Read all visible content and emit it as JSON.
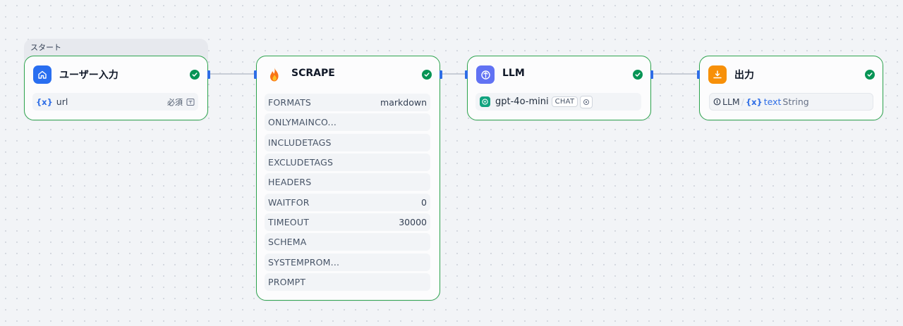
{
  "colors": {
    "canvas_bg": "#f2f4f7",
    "node_border": "#2ea44f",
    "success": "#079455",
    "edge": "#c8cdd6",
    "handle": "#2e6de6",
    "start_icon_bg": "#296ef0",
    "llm_icon_bg": "#6172f3",
    "output_icon_bg": "#f79009"
  },
  "start_group": {
    "label": "スタート"
  },
  "nodes": {
    "start": {
      "title": "ユーザー入力",
      "icon": "home-icon",
      "status": "success",
      "variable": {
        "icon": "variable-icon",
        "name": "url",
        "required_label": "必須",
        "type_icon": "text-input-icon"
      }
    },
    "scrape": {
      "title": "SCRAPE",
      "icon": "fire-icon",
      "status": "success",
      "params": [
        {
          "label": "FORMATS",
          "value": "markdown"
        },
        {
          "label": "ONLYMAINCO...",
          "value": ""
        },
        {
          "label": "INCLUDETAGS",
          "value": ""
        },
        {
          "label": "EXCLUDETAGS",
          "value": ""
        },
        {
          "label": "HEADERS",
          "value": ""
        },
        {
          "label": "WAITFOR",
          "value": "0"
        },
        {
          "label": "TIMEOUT",
          "value": "30000"
        },
        {
          "label": "SCHEMA",
          "value": ""
        },
        {
          "label": "SYSTEMPROM...",
          "value": ""
        },
        {
          "label": "PROMPT",
          "value": ""
        }
      ]
    },
    "llm": {
      "title": "LLM",
      "icon": "llm-icon",
      "status": "success",
      "model": {
        "icon": "openai-icon",
        "name": "gpt-4o-mini",
        "mode": "CHAT",
        "extra_icon": "model-settings-icon"
      }
    },
    "output": {
      "title": "出力",
      "icon": "output-icon",
      "status": "success",
      "ref": {
        "source": "LLM",
        "separator": "/",
        "variable": "text",
        "type": "String"
      }
    }
  }
}
